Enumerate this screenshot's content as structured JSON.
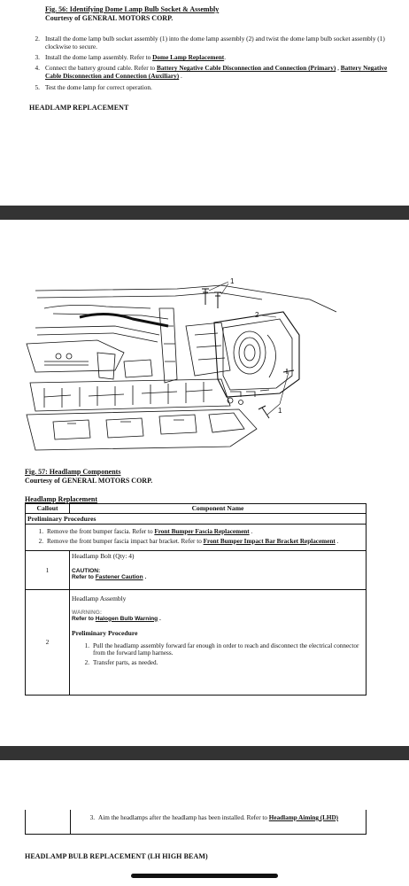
{
  "page1": {
    "figure_title": "Fig. 56: Identifying Dome Lamp Bulb Socket & Assembly",
    "figure_credit": "Courtesy of GENERAL MOTORS CORP.",
    "steps": [
      {
        "n": "2.",
        "text": "Install the dome lamp bulb socket assembly (1) into the dome lamp assembly (2) and twist the dome lamp bulb socket assembly (1) clockwise to secure."
      },
      {
        "n": "3.",
        "pre": "Install the dome lamp assembly. Refer to ",
        "link": "Dome Lamp Replacement",
        "post": "."
      },
      {
        "n": "4.",
        "pre": "Connect the battery ground cable. Refer to ",
        "link": "Battery Negative Cable Disconnection and Connection (Primary)",
        "mid": " , ",
        "link2": "Battery Negative Cable Disconnection and Connection (Auxiliary)",
        "post": " ."
      },
      {
        "n": "5.",
        "text": "Test the dome lamp for correct operation."
      }
    ],
    "heading": "HEADLAMP REPLACEMENT"
  },
  "page2": {
    "illustration_callouts": [
      "1",
      "2",
      "1"
    ],
    "figure_title": "Fig. 57: Headlamp Components",
    "figure_credit": "Courtesy of GENERAL MOTORS CORP.",
    "table_title": "Headlamp Replacement",
    "col_callout": "Callout",
    "col_component": "Component Name",
    "prelim_label": "Preliminary Procedures",
    "prelim_steps": [
      {
        "n": "1.",
        "pre": "Remove the front bumper fascia. Refer to ",
        "link": "Front Bumper Fascia Replacement",
        "post": " ."
      },
      {
        "n": "2.",
        "pre": "Remove the front bumper fascia impact bar bracket. Refer to ",
        "link": "Front Bumper Impact Bar Bracket Replacement",
        "post": " ."
      }
    ],
    "row1": {
      "callout": "1",
      "name": "Headlamp Bolt (Qty: 4)",
      "caution_label": "CAUTION:",
      "caution_pre": "Refer to ",
      "caution_link": "Fastener Caution",
      "caution_post": " ."
    },
    "row2": {
      "callout": "2",
      "name": "Headlamp Assembly",
      "warning_label": "WARNING:",
      "warning_pre": "Refer to ",
      "warning_link": "Halogen Bulb Warning",
      "warning_post": " .",
      "sub_title": "Preliminary Procedure",
      "steps": [
        {
          "n": "1.",
          "text": "Pull the headlamp assembly forward far enough in order to reach and disconnect the electrical connector from the forward lamp harness."
        },
        {
          "n": "2.",
          "text": "Transfer parts, as needed."
        }
      ]
    }
  },
  "page3": {
    "step": {
      "n": "3.",
      "pre": "Aim the headlamps after the headlamp has been installed. Refer to ",
      "link": "Headlamp Aiming (LHD)"
    },
    "heading": "HEADLAMP BULB REPLACEMENT (LH HIGH BEAM)"
  }
}
